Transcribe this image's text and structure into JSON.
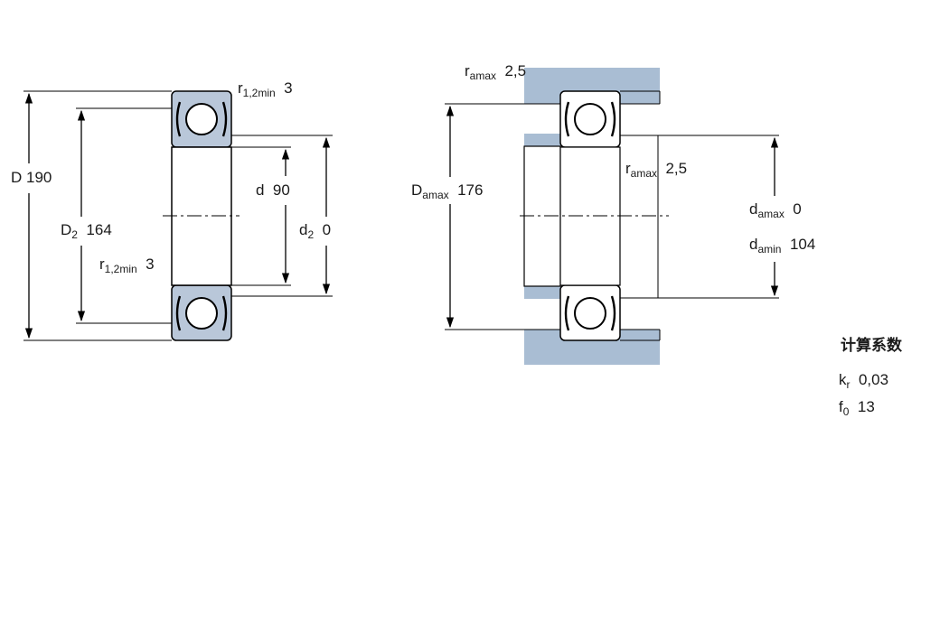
{
  "bearing": {
    "D": {
      "symbol": "D",
      "value": "190"
    },
    "D2": {
      "symbol": "D",
      "sub": "2",
      "value": "164"
    },
    "d": {
      "symbol": "d",
      "value": "90"
    },
    "d2": {
      "symbol": "d",
      "sub": "2",
      "value": "0"
    },
    "r12min_top": {
      "symbol": "r",
      "sub": "1,2min",
      "value": "3"
    },
    "r12min_mid": {
      "symbol": "r",
      "sub": "1,2min",
      "value": "3"
    }
  },
  "abutment": {
    "ramax_top": {
      "symbol": "r",
      "sub": "amax",
      "value": "2,5"
    },
    "ramax_mid": {
      "symbol": "r",
      "sub": "amax",
      "value": "2,5"
    },
    "Damax": {
      "symbol": "D",
      "sub": "amax",
      "value": "176"
    },
    "damax": {
      "symbol": "d",
      "sub": "amax",
      "value": "0"
    },
    "damin": {
      "symbol": "d",
      "sub": "amin",
      "value": "104"
    }
  },
  "calc": {
    "title": "计算系数",
    "kr": {
      "symbol": "k",
      "sub": "r",
      "value": "0,03"
    },
    "f0": {
      "symbol": "f",
      "sub": "0",
      "value": "13"
    }
  },
  "colors": {
    "ring_fill": "#b9c7d9",
    "abutment_fill": "#a9bdd3"
  }
}
